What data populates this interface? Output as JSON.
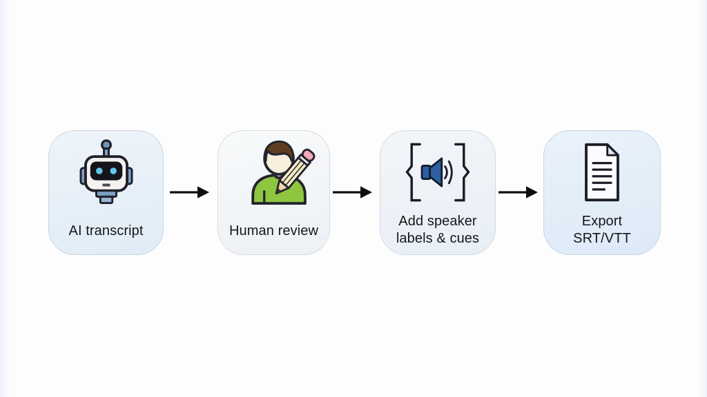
{
  "app": {
    "type": "workflow-diagram",
    "background": "#fdfdfe"
  },
  "diagram": {
    "steps": [
      {
        "name": "ai-transcript",
        "icon": "robot-icon",
        "label_lines": [
          "AI transcript"
        ]
      },
      {
        "name": "human-review",
        "icon": "person-pencil-icon",
        "label_lines": [
          "Human review"
        ]
      },
      {
        "name": "add-speaker-labels",
        "icon": "speaker-brackets-icon",
        "label_lines": [
          "Add speaker",
          "labels & cues"
        ]
      },
      {
        "name": "export-srt-vtt",
        "icon": "document-icon",
        "label_lines": [
          "Export",
          "SRT/VTT"
        ]
      }
    ],
    "connectors": [
      {
        "type": "arrow-right"
      },
      {
        "type": "arrow-right"
      },
      {
        "type": "arrow-right"
      }
    ],
    "colors": {
      "box_blue_fill": "#e5eef7",
      "box_light_fill": "#f4f6f9",
      "box_border": "#ccd6e0",
      "arrow_black": "#0e0e12",
      "icon_outline": "#1c1c26",
      "robot_body_accent": "#7da0c4",
      "robot_face_panel": "#15151d",
      "robot_eye_cyan": "#63c8e8",
      "speaker_blue": "#2e5fa3",
      "shirt_green": "#8ec63f",
      "hair_brown": "#5f3d22",
      "skin": "#f8eedd",
      "pencil_body": "#f6ecc2",
      "pencil_eraser": "#f2a9bb",
      "paper_fill": "#fbfcfd",
      "paper_fold": "#dde7f0"
    }
  }
}
